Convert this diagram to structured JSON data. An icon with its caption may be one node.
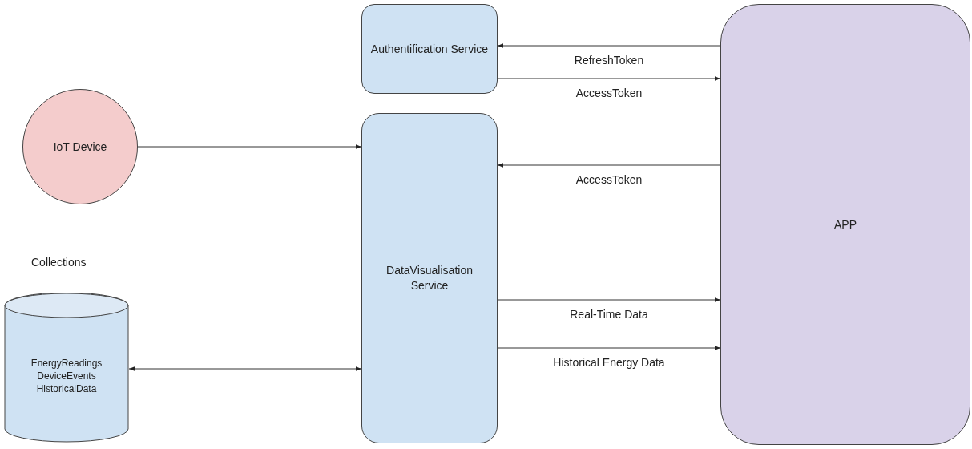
{
  "diagram": {
    "nodes": [
      {
        "text": [
          "Authentification Service"
        ]
      },
      {
        "text": [
          "IoT Device"
        ]
      },
      {
        "text": [
          "DataVisualisation Service"
        ]
      },
      {
        "text": [
          "APP"
        ]
      },
      {
        "text": [
          "Collections",
          "EnergyReadings DeviceEvents HistoricalData"
        ]
      }
    ],
    "edges": [
      {
        "from": 3,
        "to": 0,
        "arrow": "to",
        "label": "RefreshToken"
      },
      {
        "from": 0,
        "to": 3,
        "arrow": "to",
        "label": "AccessToken"
      },
      {
        "from": 1,
        "to": 2,
        "arrow": "to"
      },
      {
        "from": 3,
        "to": 2,
        "arrow": "to",
        "label": "AccessToken"
      },
      {
        "from": 2,
        "to": 3,
        "arrow": "to",
        "label": "Real-Time Data"
      },
      {
        "from": 2,
        "to": 3,
        "arrow": "to",
        "label": "Historical Energy Data"
      },
      {
        "from": 4,
        "to": 2,
        "arrow": "both"
      }
    ]
  }
}
